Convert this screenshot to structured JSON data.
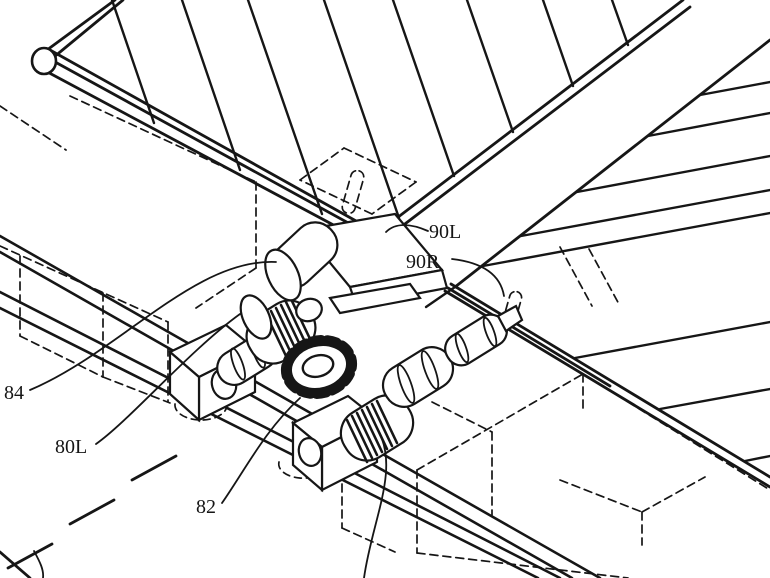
{
  "figure": {
    "type": "patent-line-drawing",
    "description": "Isometric patent drawing of a foldable-device hinge: two hatched display panels meeting at a V, gear-and-roller hinge assembly with mounting blocks, hidden pockets shown dashed, fold axis centerline at lower left",
    "background_color": "#ffffff",
    "ink_color": "#161616",
    "labels": {
      "label_90L": "90L",
      "label_90R": "90R",
      "label_84": "84",
      "label_80L": "80L",
      "label_82": "82"
    }
  }
}
